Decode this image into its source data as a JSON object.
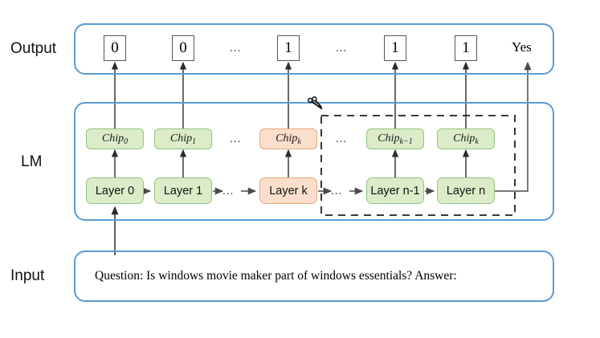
{
  "rows": {
    "output_label": "Output",
    "lm_label": "LM",
    "input_label": "Input"
  },
  "output": {
    "tokens": [
      "0",
      "0",
      "1",
      "1",
      "1"
    ],
    "ellipsis": [
      "...",
      "..."
    ],
    "final_answer": "Yes"
  },
  "lm": {
    "chips": [
      {
        "label": "Chip",
        "sub": "0",
        "color": "green"
      },
      {
        "label": "Chip",
        "sub": "1",
        "color": "green"
      },
      {
        "label": "Chip",
        "sub": "k",
        "color": "orange"
      },
      {
        "label": "Chip",
        "sub": "k−1",
        "color": "green"
      },
      {
        "label": "Chip",
        "sub": "k",
        "color": "green"
      }
    ],
    "layers": [
      {
        "label": "Layer 0",
        "color": "green"
      },
      {
        "label": "Layer 1",
        "color": "green"
      },
      {
        "label": "Layer k",
        "color": "orange"
      },
      {
        "label": "Layer n-1",
        "color": "green"
      },
      {
        "label": "Layer n",
        "color": "green"
      }
    ],
    "chip_ellipsis": [
      "...",
      "..."
    ],
    "layer_ellipsis": [
      "...",
      "..."
    ],
    "cut_icon": "scissors-icon"
  },
  "input": {
    "prompt": "Question: Is windows movie maker part of windows essentials? Answer:"
  },
  "colors": {
    "panel_border": "#5b9bd5",
    "green_fill": "#dcecc9",
    "green_border": "#93c47d",
    "orange_fill": "#fbdfcc",
    "orange_border": "#e8a87c",
    "arrow": "#3a3a3a",
    "dashed": "#222222"
  }
}
